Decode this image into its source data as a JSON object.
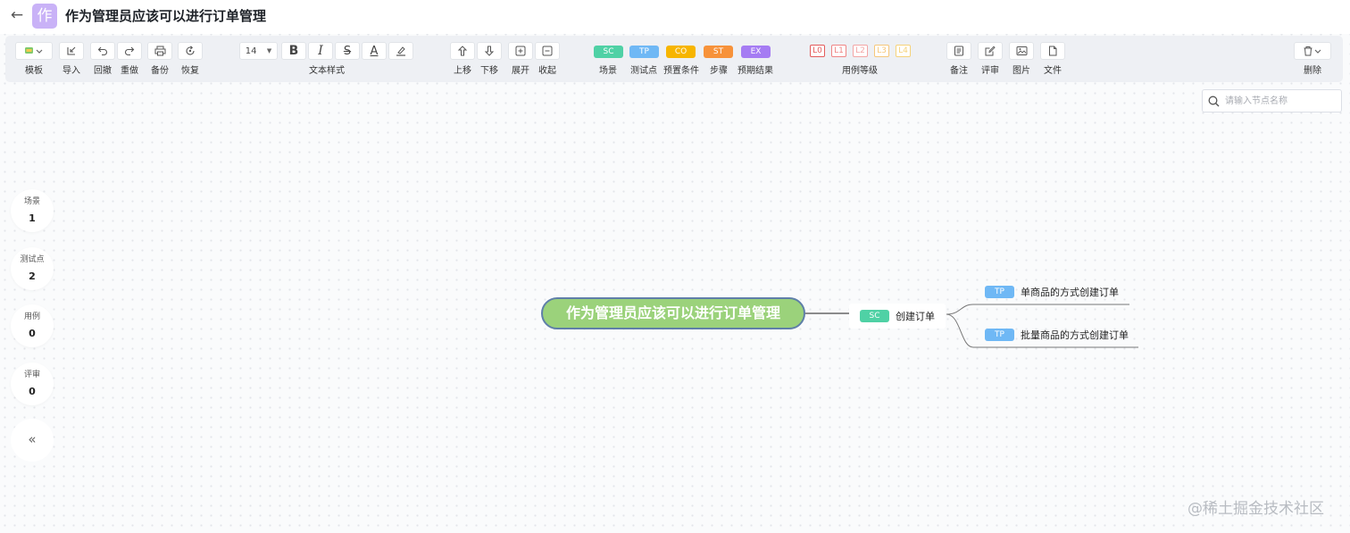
{
  "header": {
    "back_icon": "arrow-left-icon",
    "logo_char": "作",
    "title": "作为管理员应该可以进行订单管理"
  },
  "toolbar": {
    "template": "模板",
    "import": "导入",
    "undo": "回撤",
    "redo": "重做",
    "backup": "备份",
    "restore": "恢复",
    "font_size": "14",
    "bold": "B",
    "italic": "I",
    "strike": "S",
    "font_color": "A",
    "text_style": "文本样式",
    "move_up": "上移",
    "move_down": "下移",
    "expand": "展开",
    "collapse": "收起",
    "node_types": [
      {
        "tag": "SC",
        "label": "场景",
        "color": "#4fd1a5"
      },
      {
        "tag": "TP",
        "label": "测试点",
        "color": "#6fb8f5"
      },
      {
        "tag": "CO",
        "label": "预置条件",
        "color": "#f7b500"
      },
      {
        "tag": "ST",
        "label": "步骤",
        "color": "#f7923a"
      },
      {
        "tag": "EX",
        "label": "预期结果",
        "color": "#a57cf3"
      }
    ],
    "levels": [
      {
        "tag": "L0",
        "color": "#e35b5b"
      },
      {
        "tag": "L1",
        "color": "#ef8585"
      },
      {
        "tag": "L2",
        "color": "#f3a5a5"
      },
      {
        "tag": "L3",
        "color": "#f6c77a"
      },
      {
        "tag": "L4",
        "color": "#f6d37a"
      }
    ],
    "case_level": "用例等级",
    "note": "备注",
    "review": "评审",
    "image": "图片",
    "file": "文件",
    "delete": "删除"
  },
  "search": {
    "placeholder": "请输入节点名称",
    "value": ""
  },
  "stats": [
    {
      "label": "场景",
      "value": "1"
    },
    {
      "label": "测试点",
      "value": "2"
    },
    {
      "label": "用例",
      "value": "0"
    },
    {
      "label": "评审",
      "value": "0"
    }
  ],
  "collapse_icon": "«",
  "mindmap": {
    "root": "作为管理员应该可以进行订单管理",
    "scenario": {
      "tag": "SC",
      "text": "创建订单"
    },
    "points": [
      {
        "tag": "TP",
        "text": "单商品的方式创建订单"
      },
      {
        "tag": "TP",
        "text": "批量商品的方式创建订单"
      }
    ]
  },
  "watermark": "@稀土掘金技术社区"
}
